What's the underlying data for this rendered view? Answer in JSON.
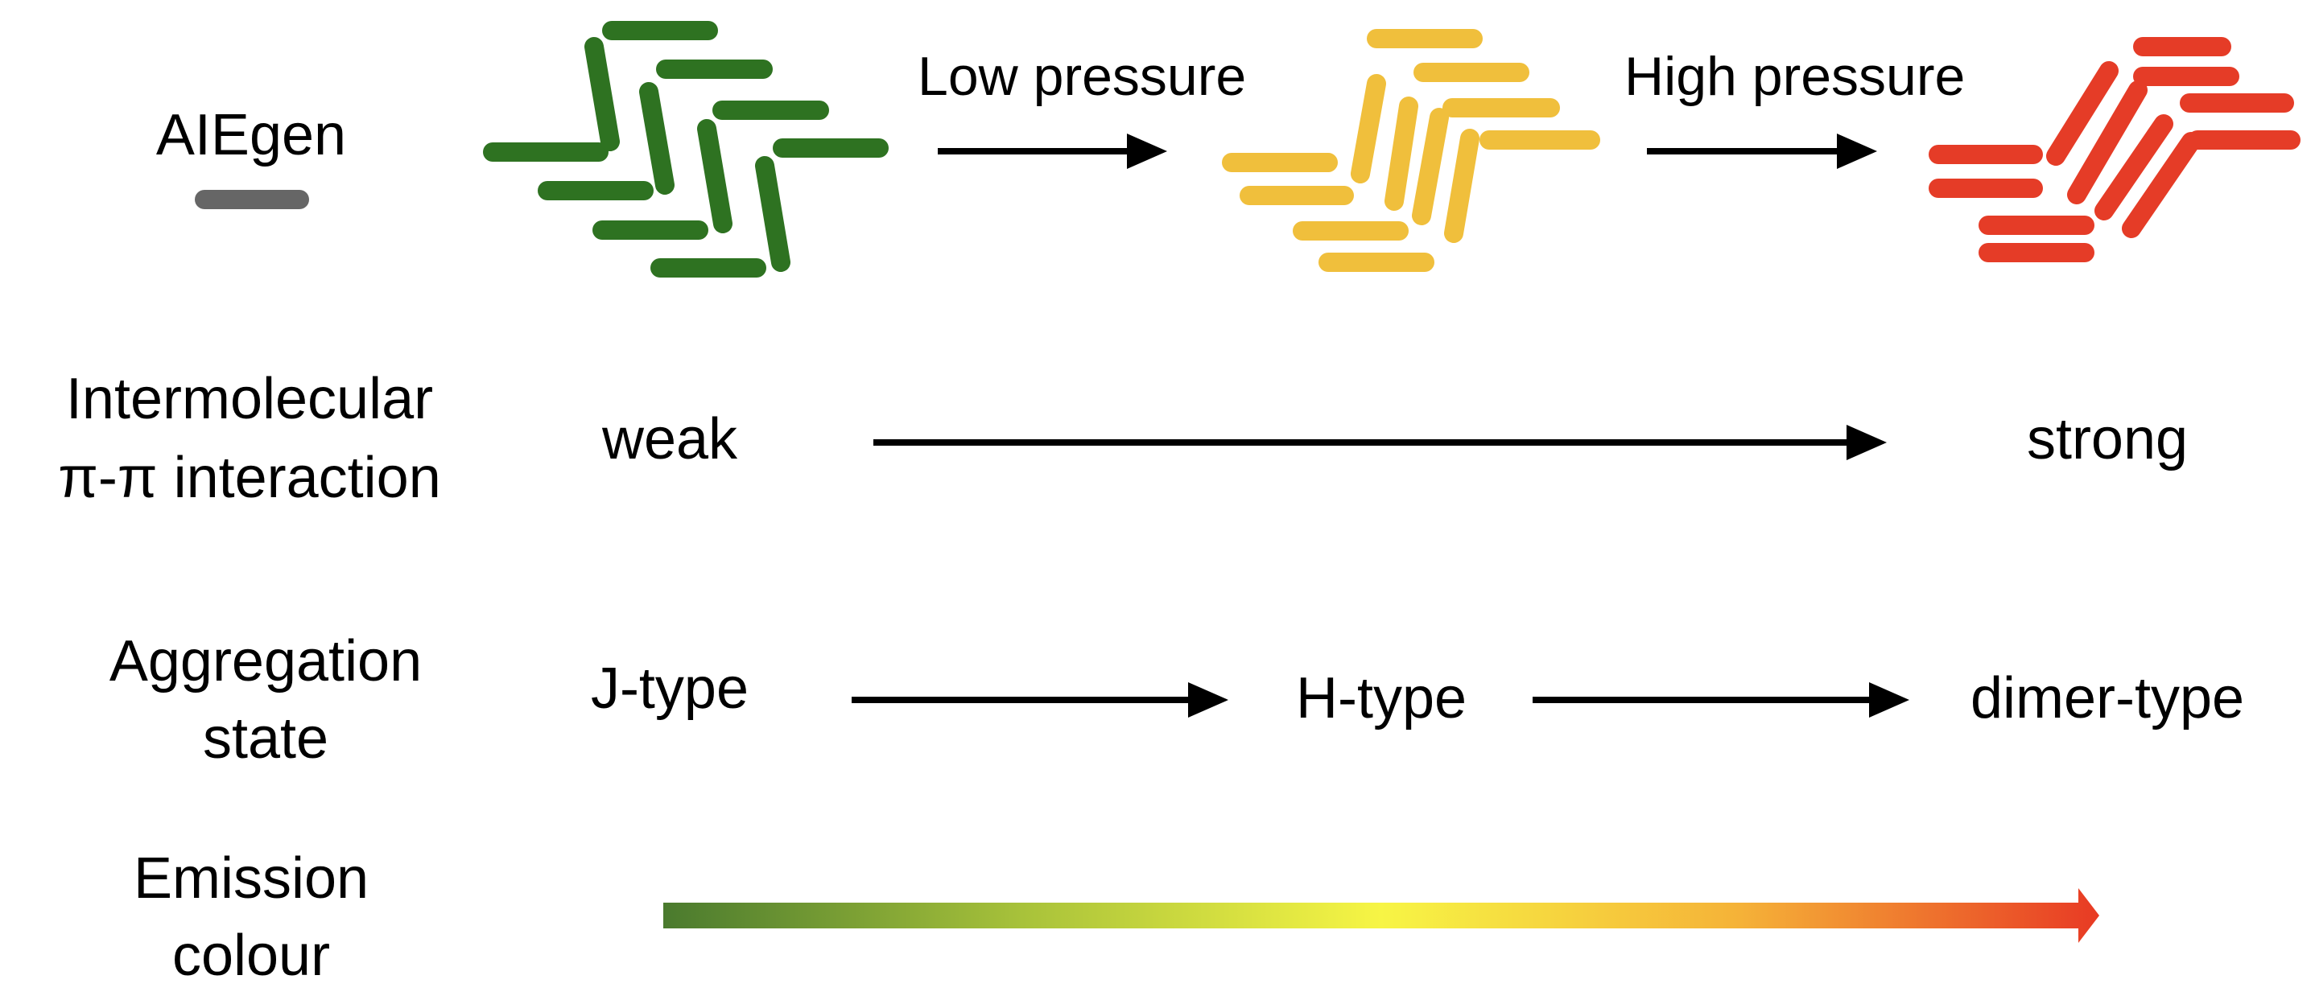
{
  "legend": {
    "label": "AIEgen",
    "color": "#666666"
  },
  "stages": {
    "low_pressure_label": "Low pressure",
    "high_pressure_label": "High pressure",
    "colors": {
      "initial": "#2e7221",
      "low_pressure": "#f0bf3c",
      "high_pressure": "#e53c27"
    }
  },
  "rows": {
    "interaction": {
      "label_line1": "Intermolecular",
      "label_line2": "π-π interaction",
      "start": "weak",
      "end": "strong"
    },
    "aggregation": {
      "label_line1": "Aggregation",
      "label_line2": "state",
      "states": [
        "J-type",
        "H-type",
        "dimer-type"
      ]
    },
    "emission": {
      "label_line1": "Emission",
      "label_line2": "colour",
      "gradient": [
        "#4a7a2e",
        "#a8c23a",
        "#f7f545",
        "#f5b238",
        "#e83a24"
      ]
    }
  }
}
